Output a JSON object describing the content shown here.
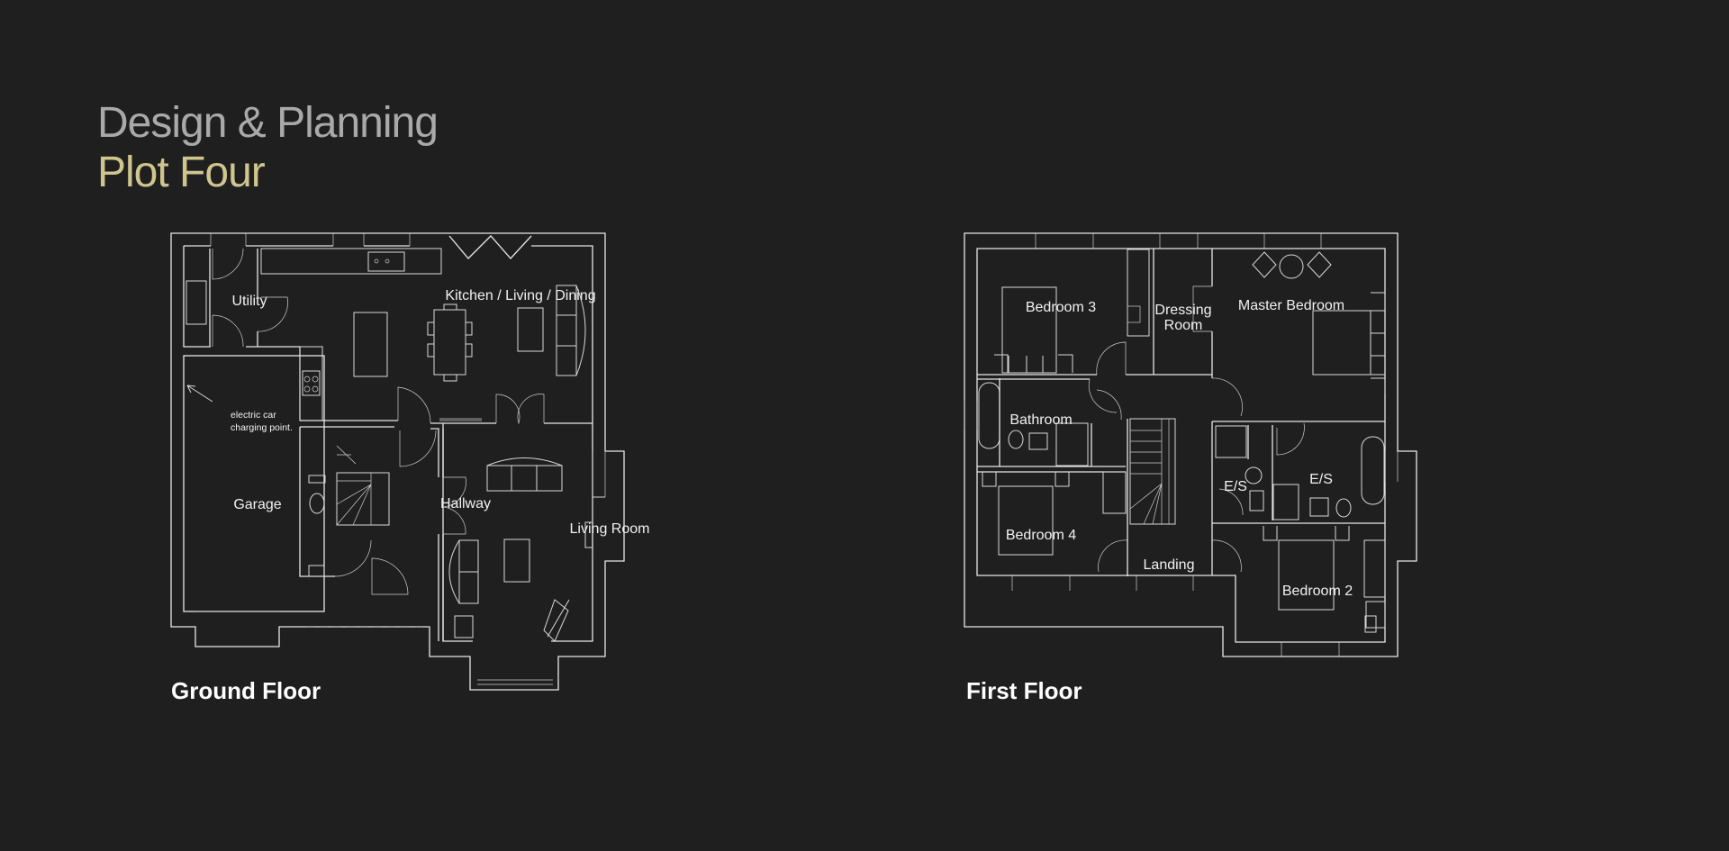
{
  "header": {
    "title": "Design & Planning",
    "subtitle": "Plot Four"
  },
  "colors": {
    "background": "#1f1f1f",
    "title": "#a9a9a9",
    "subtitle": "#cfc58e",
    "lines": "#e8e8e8"
  },
  "ground_floor": {
    "label": "Ground Floor",
    "rooms": {
      "utility": "Utility",
      "kitchen": "Kitchen / Living / Dining",
      "garage": "Garage",
      "hallway": "Hallway",
      "living": "Living Room"
    },
    "note_line1": "electric car",
    "note_line2": "charging point."
  },
  "first_floor": {
    "label": "First Floor",
    "rooms": {
      "bedroom3": "Bedroom 3",
      "dressing1": "Dressing",
      "dressing2": "Room",
      "master": "Master Bedroom",
      "bathroom": "Bathroom",
      "es1": "E/S",
      "es2": "E/S",
      "bedroom4": "Bedroom 4",
      "landing": "Landing",
      "bedroom2": "Bedroom 2"
    }
  }
}
